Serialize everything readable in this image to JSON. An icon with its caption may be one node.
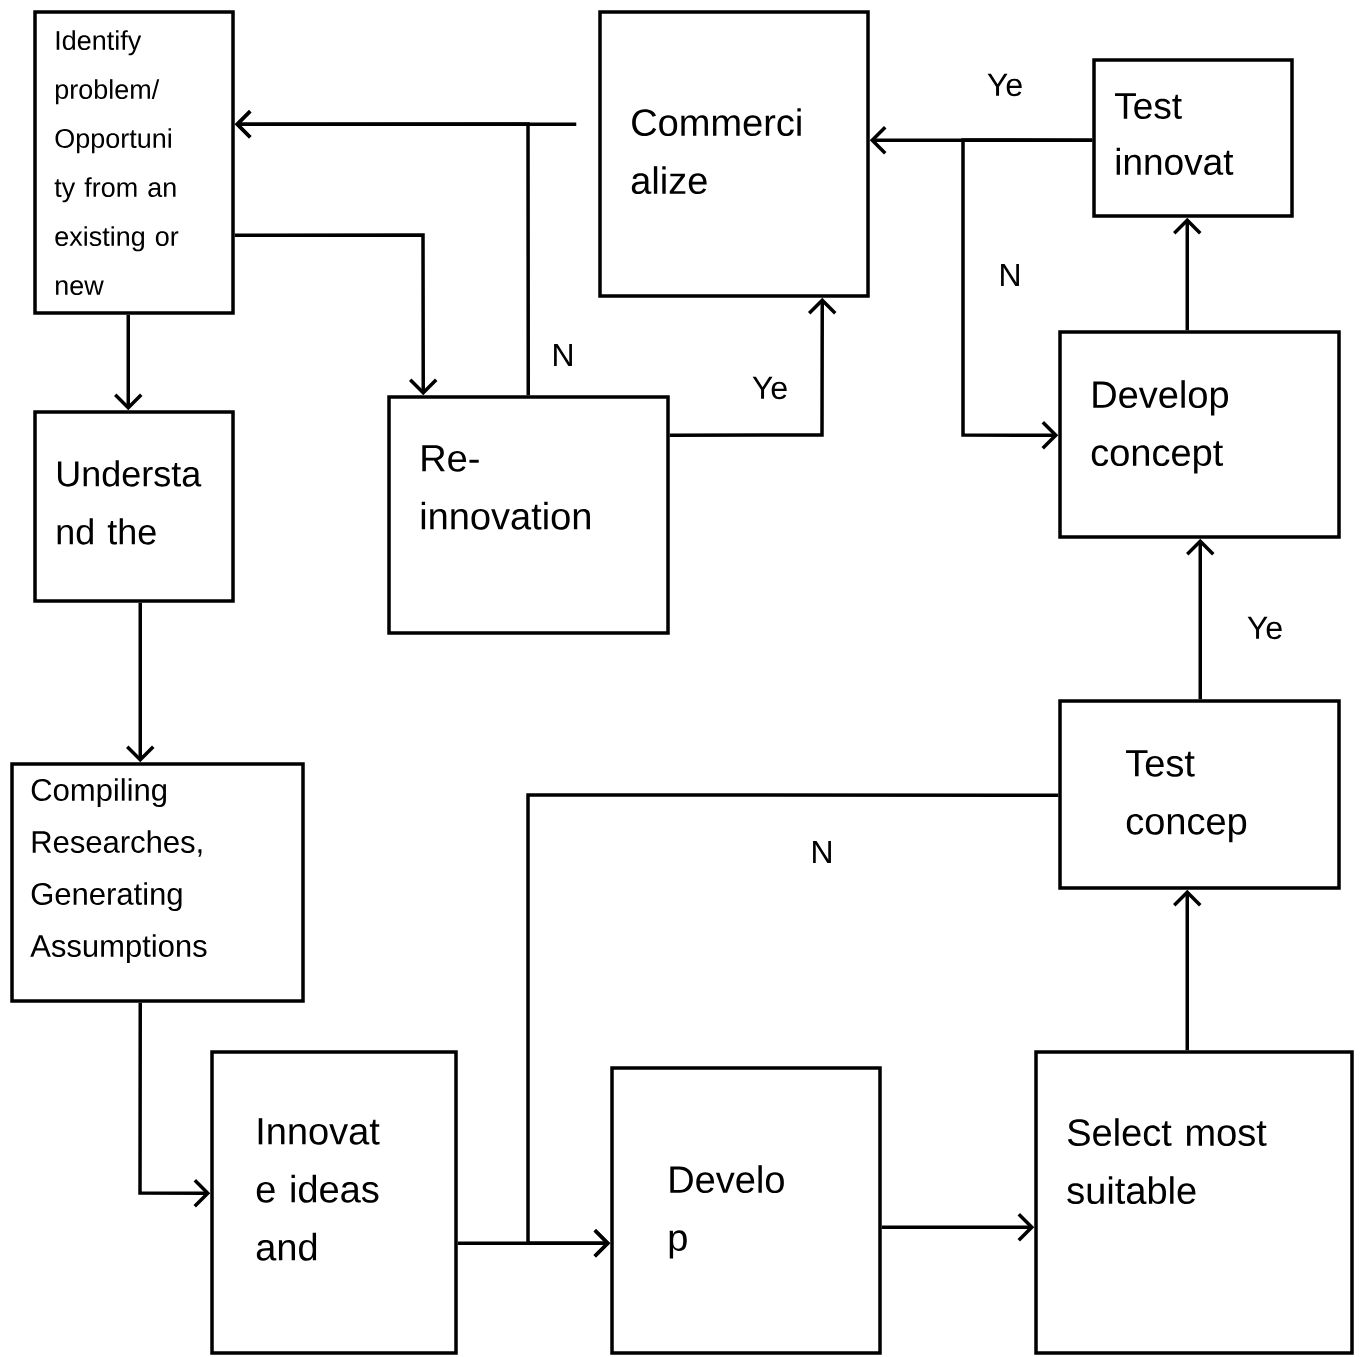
{
  "diagram": {
    "nodes": [
      {
        "text": [
          "Identify problem/ Opportuni ty from an existing or new"
        ]
      },
      {
        "text": [
          "Commerci alize"
        ]
      },
      {
        "text": [
          "Test innovat"
        ]
      },
      {
        "text": [
          "Re- innovation"
        ]
      },
      {
        "text": [
          "Develop concept"
        ]
      },
      {
        "text": [
          "Understa nd the"
        ]
      },
      {
        "text": [
          "Test concep"
        ]
      },
      {
        "text": [
          "Compiling Researches, Generating Assumptions"
        ]
      },
      {
        "text": [
          "Innovat e ideas and"
        ]
      },
      {
        "text": [
          "Develo p"
        ]
      },
      {
        "text": [
          "Select most suitable"
        ]
      }
    ],
    "edges": [
      {
        "from": 0,
        "to": 5,
        "arrow": "to"
      },
      {
        "from": 5,
        "to": 7,
        "arrow": "to"
      },
      {
        "from": 7,
        "to": 8,
        "arrow": "to"
      },
      {
        "from": 8,
        "to": 9,
        "arrow": "to"
      },
      {
        "from": 9,
        "to": 10,
        "arrow": "to"
      },
      {
        "from": 10,
        "to": 6,
        "arrow": "to"
      },
      {
        "from": 6,
        "to": 4,
        "arrow": "to",
        "label": "Ye"
      },
      {
        "from": 6,
        "to": 9,
        "arrow": "to",
        "label": "N"
      },
      {
        "from": 4,
        "to": 2,
        "arrow": "to"
      },
      {
        "from": 2,
        "to": 1,
        "arrow": "to",
        "label": "Ye"
      },
      {
        "from": 2,
        "to": 4,
        "arrow": "to",
        "label": "N"
      },
      {
        "from": 0,
        "to": 3,
        "arrow": "to"
      },
      {
        "from": 3,
        "to": 1,
        "arrow": "to",
        "label": "Ye"
      },
      {
        "from": 3,
        "to": 0,
        "arrow": "to",
        "label": "N"
      },
      {
        "from": 1,
        "to": 0,
        "arrow": "to"
      }
    ]
  }
}
